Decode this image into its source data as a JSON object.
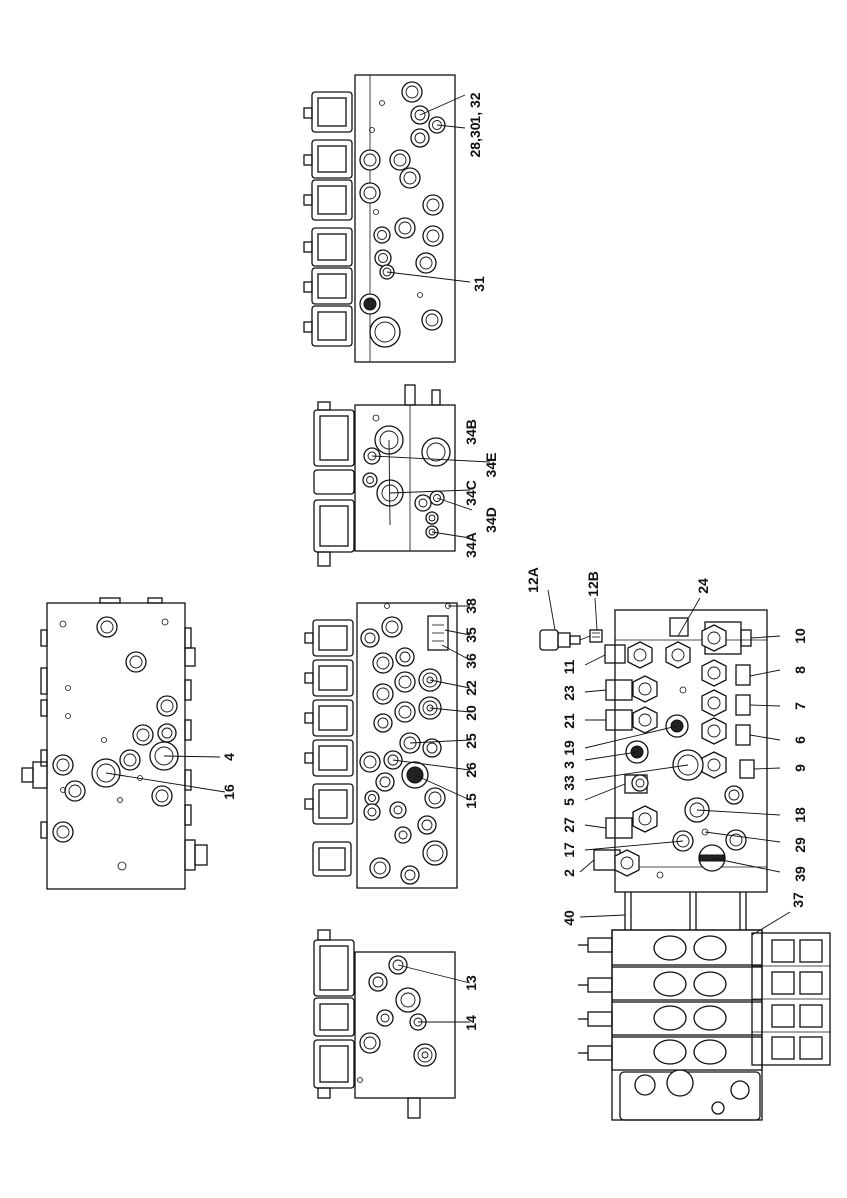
{
  "callouts": {
    "c1_32": "1, 32",
    "c28_30": "28,30",
    "c31": "31",
    "c34B": "34B",
    "c34E": "34E",
    "c34C": "34C",
    "c34D": "34D",
    "c34A": "34A",
    "c38": "38",
    "c35": "35",
    "c36": "36",
    "c22": "22",
    "c20": "20",
    "c25": "25",
    "c26": "26",
    "c15": "15",
    "c4": "4",
    "c16": "16",
    "c13": "13",
    "c14": "14",
    "c12A": "12A",
    "c12B": "12B",
    "c24": "24",
    "c10": "10",
    "c11": "11",
    "c8": "8",
    "c23": "23",
    "c7": "7",
    "c21": "21",
    "c6": "6",
    "c19": "19",
    "c3": "3",
    "c9": "9",
    "c33": "33",
    "c5": "5",
    "c18": "18",
    "c27": "27",
    "c29": "29",
    "c17": "17",
    "c2": "2",
    "c39": "39",
    "c40": "40",
    "c37": "37"
  }
}
